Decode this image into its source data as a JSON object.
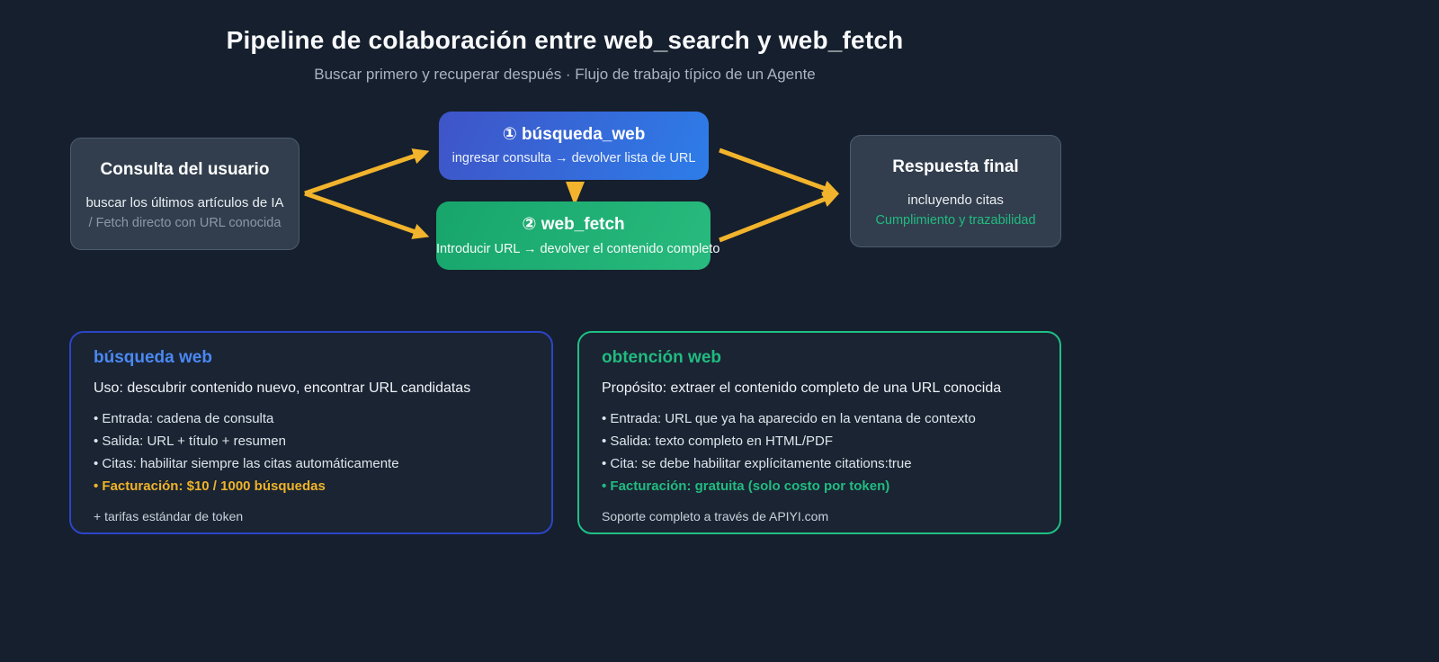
{
  "header": {
    "title": "Pipeline de colaboración entre web_search y web_fetch",
    "subtitle": "Buscar primero y recuperar después · Flujo de trabajo típico de un Agente"
  },
  "flow": {
    "user_query": {
      "title": "Consulta del usuario",
      "line1": "buscar los últimos artículos de IA",
      "line2": "/ Fetch directo con URL conocida"
    },
    "web_search": {
      "title": "① búsqueda_web",
      "subtitle": "ingresar consulta → devolver lista de URL"
    },
    "web_fetch": {
      "title": "② web_fetch",
      "subtitle": "Introducir URL → devolver el contenido completo"
    },
    "final_answer": {
      "title": "Respuesta final",
      "line1": "incluyendo citas",
      "line2": "Cumplimiento y trazabilidad"
    }
  },
  "cards": {
    "search": {
      "title": "búsqueda web",
      "lead": "Uso: descubrir contenido nuevo, encontrar URL candidatas",
      "bullets": [
        "• Entrada: cadena de consulta",
        "• Salida: URL + título + resumen",
        "• Citas: habilitar siempre las citas automáticamente",
        "• Facturación: $10 / 1000 búsquedas"
      ],
      "footnote": "+ tarifas estándar de token"
    },
    "fetch": {
      "title": "obtención web",
      "lead": "Propósito: extraer el contenido completo de una URL conocida",
      "bullets": [
        "• Entrada: URL que ya ha aparecido en la ventana de contexto",
        "• Salida: texto completo en HTML/PDF",
        "• Cita: se debe habilitar explícitamente citations:true",
        "• Facturación: gratuita (solo costo por token)"
      ],
      "footnote": "Soporte completo a través de APIYI.com"
    }
  },
  "colors": {
    "background": "#161f2d",
    "arrow": "#f2b42c",
    "search_accent": "#4b88f2",
    "fetch_accent": "#21bb80",
    "billing_amber": "#efb327",
    "node_blue_gradient": [
      "#3f54c7",
      "#2d7de9"
    ],
    "node_green_gradient": [
      "#17a56b",
      "#28ba7e"
    ],
    "slate_node": "#323e4d"
  }
}
